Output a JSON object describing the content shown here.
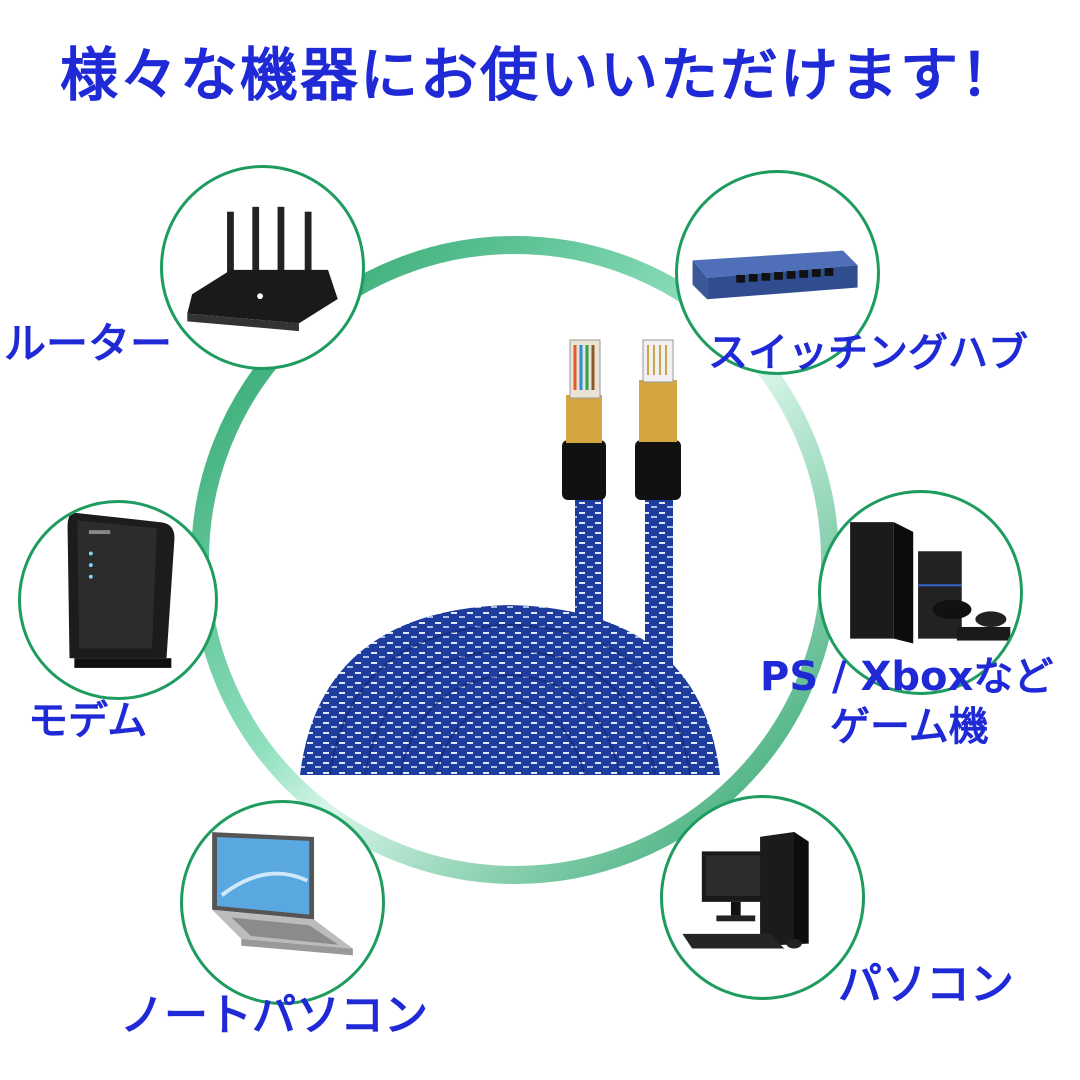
{
  "headline": "様々な機器にお使いいただけます！",
  "colors": {
    "headline": "#1f2ad6",
    "label": "#1f2ad6",
    "ring": "#1e9c60",
    "cable": "#1d3c9e"
  },
  "devices": {
    "router": {
      "label": "ルーター",
      "icon": "router-icon"
    },
    "switch": {
      "label": "スイッチングハブ",
      "icon": "switching-hub-icon"
    },
    "modem": {
      "label": "モデム",
      "icon": "modem-icon"
    },
    "console": {
      "label_line1": "PS / Xboxなど",
      "label_line2": "ゲーム機",
      "icon": "game-console-icon"
    },
    "laptop": {
      "label": "ノートパソコン",
      "icon": "laptop-icon"
    },
    "desktop": {
      "label": "パソコン",
      "icon": "desktop-pc-icon"
    }
  },
  "center_image": {
    "icon": "lan-cable-icon"
  }
}
